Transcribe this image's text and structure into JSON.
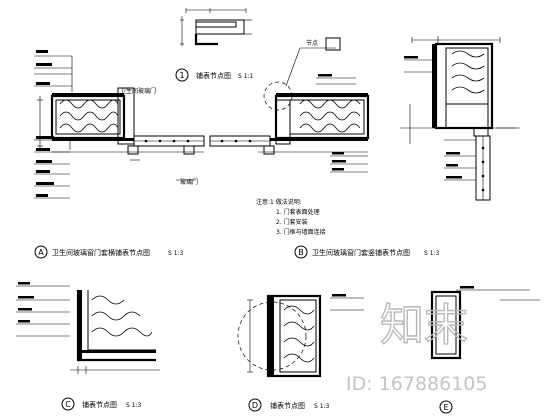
{
  "details": {
    "top": {
      "marker": "1",
      "title": "铺表节点图",
      "scale": "S 1:1"
    },
    "A": {
      "marker": "A",
      "title": "卫生间玻璃窗门套横铺表节点图",
      "scale": "S 1:3"
    },
    "B": {
      "marker": "B",
      "title": "卫生间玻璃窗门套竖铺表节点图",
      "scale": "S 1:3"
    },
    "C": {
      "marker": "C",
      "title": "铺表节点图",
      "scale": "S 1:3"
    },
    "D": {
      "marker": "D",
      "title": "铺表节点图",
      "scale": "S 1:3"
    },
    "E": {
      "marker": "E"
    }
  },
  "labels": {
    "plan_note": "卫生间玻璃门",
    "glass_label": "玻璃门",
    "callout_tag": "节点",
    "notes": [
      "注意:1 做法说明:",
      "1. 门套表面处理",
      "2. 门套安装",
      "3. 门框与墙面连接"
    ]
  },
  "watermark": {
    "brand": "知末",
    "id": "ID: 167886105"
  },
  "colors": {
    "line": "#000000",
    "watermark": "#c4c4c4",
    "background": "#ffffff"
  }
}
